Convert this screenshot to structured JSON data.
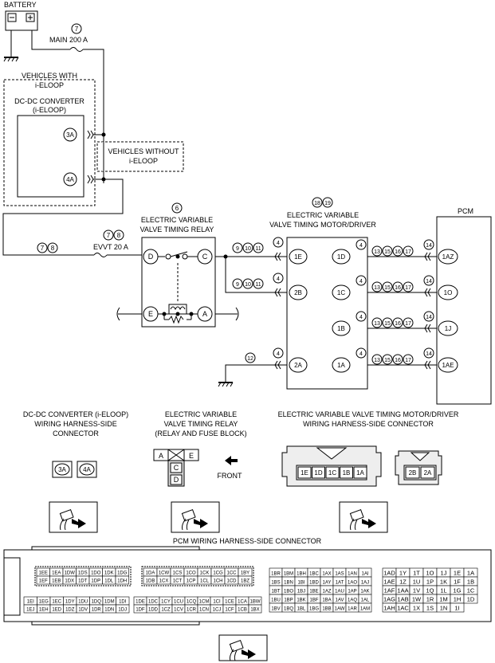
{
  "labels": {
    "battery": "BATTERY",
    "fuse_main_no": "7",
    "fuse_main": "MAIN 200 A",
    "veh_with_1": "VEHICLES WITH",
    "veh_with_2": "i-ELOOP",
    "dcdc_1": "DC-DC CONVERTER",
    "dcdc_2": "(i-ELOOP)",
    "veh_without_1": "VEHICLES WITHOUT",
    "veh_without_2": "i-ELOOP",
    "relay_no": "6",
    "relay_1": "ELECTRIC VARIABLE",
    "relay_2": "VALVE TIMING RELAY",
    "motor_no_a": "18",
    "motor_no_b": "19",
    "motor_1": "ELECTRIC VARIABLE",
    "motor_2": "VALVE TIMING MOTOR/DRIVER",
    "pcm": "PCM",
    "evvt_no_a": "7",
    "evvt_no_b": "8",
    "evvt": "EVVT 20 A",
    "wire_left_a": "7",
    "wire_left_b": "8",
    "front": "FRONT"
  },
  "pins": {
    "dcdc": [
      "3A",
      "4A"
    ],
    "relay": [
      "D",
      "C",
      "E",
      "A"
    ],
    "motor": [
      "1E",
      "2B",
      "2A",
      "1D",
      "1C",
      "1B",
      "1A"
    ],
    "pcm": [
      "1AZ",
      "1O",
      "1J",
      "1AE"
    ]
  },
  "wire_refs": {
    "a": "9",
    "b": "10",
    "c": "11",
    "d": "4",
    "e": "12",
    "f": "13",
    "g": "15",
    "h": "16",
    "i": "17",
    "j": "14"
  },
  "connectors": {
    "dcdc_title": [
      "DC-DC CONVERTER (i-ELOOP)",
      "WIRING HARNESS-SIDE",
      "CONNECTOR"
    ],
    "relay_title": [
      "ELECTRIC VARIABLE",
      "VALVE TIMING RELAY",
      "(RELAY AND FUSE BLOCK)"
    ],
    "motor_title": [
      "ELECTRIC VARIABLE VALVE TIMING MOTOR/DRIVER",
      "WIRING HARNESS-SIDE CONNECTOR"
    ],
    "relay_cells": [
      "A",
      "E",
      "C",
      "D"
    ],
    "motor_left": [
      "1E",
      "1D",
      "1C",
      "1B",
      "1A"
    ],
    "motor_right": [
      "2B",
      "2A"
    ],
    "pcm_title": "PCM WIRING HARNESS-SIDE CONNECTOR"
  },
  "pcm_block1": {
    "row1": [
      "1EE",
      "1EA",
      "1DW",
      "1DS",
      "1DO",
      "1DK",
      "1DG"
    ],
    "row2": [
      "1EF",
      "1EB",
      "1DX",
      "1DT",
      "1DP",
      "1DL",
      "1DH"
    ],
    "row3": [
      "1EI",
      "1EG",
      "1EC",
      "1DY",
      "1DU",
      "1DQ",
      "1DM",
      "1DI"
    ],
    "row4": [
      "1EJ",
      "1EH",
      "1ED",
      "1DZ",
      "1DV",
      "1DR",
      "1DN",
      "1DJ"
    ]
  },
  "pcm_block2": {
    "row1": [
      "1DA",
      "1CW",
      "1CS",
      "1CO",
      "1CK",
      "1CG",
      "1CC",
      "1BY"
    ],
    "row2": [
      "1DB",
      "1CX",
      "1CT",
      "1CP",
      "1CL",
      "1CH",
      "1CD",
      "1BZ"
    ],
    "row3": [
      "1DE",
      "1DC",
      "1CY",
      "1CU",
      "1CQ",
      "1CM",
      "1CI",
      "1CE",
      "1CA",
      "1BW"
    ],
    "row4": [
      "1DF",
      "1DD",
      "1CZ",
      "1CV",
      "1CR",
      "1CN",
      "1CJ",
      "1CF",
      "1CB",
      "1BX"
    ]
  },
  "pcm_block3": {
    "row1": [
      "1BR",
      "1BM",
      "1BH",
      "1BC",
      "1AX",
      "1AS",
      "1AN",
      "1AI"
    ],
    "row2": [
      "1BS",
      "1BN",
      "1BI",
      "1BD",
      "1AY",
      "1AT",
      "1AO",
      "1AJ"
    ],
    "row3": [
      "1BT",
      "1BO",
      "1BJ",
      "1BE",
      "1AZ",
      "1AU",
      "1AP",
      "1AK"
    ],
    "row4": [
      "1BU",
      "1BP",
      "1BK",
      "1BF",
      "1BA",
      "1AV",
      "1AQ",
      "1AL"
    ],
    "row5": [
      "1BV",
      "1BQ",
      "1BL",
      "1BG",
      "1BB",
      "1AW",
      "1AR",
      "1AM"
    ]
  },
  "pcm_block4": {
    "row1": [
      "1AD",
      "1Y",
      "1T",
      "1O",
      "1J",
      "1E",
      "1A"
    ],
    "row2": [
      "1AE",
      "1Z",
      "1U",
      "1P",
      "1K",
      "1F",
      "1B"
    ],
    "row3": [
      "1AF",
      "1AA",
      "1V",
      "1Q",
      "1L",
      "1G",
      "1C"
    ],
    "row4": [
      "1AG",
      "1AB",
      "1W",
      "1R",
      "1M",
      "1H",
      "1D"
    ],
    "row5": [
      "1AH",
      "1AC",
      "1X",
      "1S",
      "1N",
      "1I"
    ]
  }
}
